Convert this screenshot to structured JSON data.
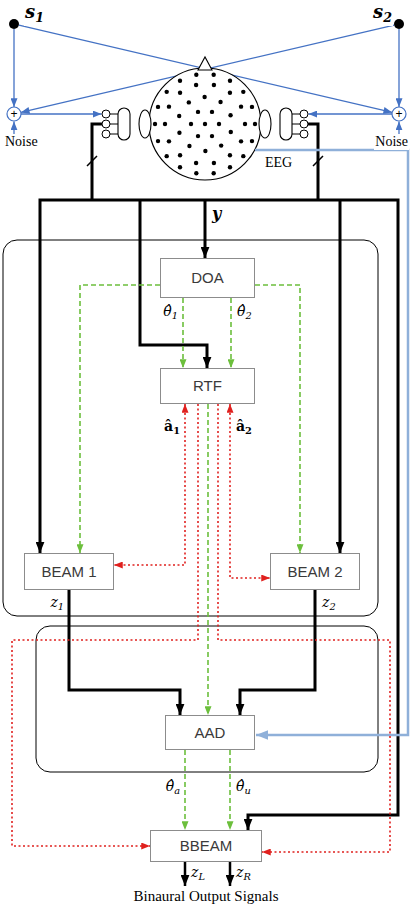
{
  "diagram": {
    "nodes": [
      {
        "text": [
          "DOA"
        ]
      },
      {
        "text": [
          "RTF"
        ]
      },
      {
        "text": [
          "BEAM 1"
        ]
      },
      {
        "text": [
          "BEAM 2"
        ]
      },
      {
        "text": [
          "AAD"
        ]
      },
      {
        "text": [
          "BBEAM"
        ]
      }
    ],
    "edges": [
      {
        "from": 0,
        "to": 1,
        "arrow": "to",
        "label": "θ̂1"
      },
      {
        "from": 0,
        "to": 1,
        "arrow": "to",
        "label": "θ̂2"
      },
      {
        "from": 0,
        "to": 2,
        "arrow": "to"
      },
      {
        "from": 0,
        "to": 3,
        "arrow": "to"
      },
      {
        "from": 1,
        "to": 2,
        "arrow": "both",
        "label": "â1"
      },
      {
        "from": 1,
        "to": 3,
        "arrow": "both",
        "label": "â2"
      },
      {
        "from": 2,
        "to": 4,
        "arrow": "to",
        "label": "z1"
      },
      {
        "from": 3,
        "to": 4,
        "arrow": "to",
        "label": "z2"
      },
      {
        "from": 1,
        "to": 4,
        "arrow": "to"
      },
      {
        "from": 1,
        "to": 5,
        "arrow": "to"
      },
      {
        "from": 1,
        "to": 5,
        "arrow": "to"
      },
      {
        "from": 4,
        "to": 5,
        "arrow": "to",
        "label": "θ̂a"
      },
      {
        "from": 4,
        "to": 5,
        "arrow": "to",
        "label": "θ̂u"
      }
    ],
    "labels": [
      "s1",
      "s2",
      "+",
      "+",
      "Noise",
      "Noise",
      "EEG",
      "y",
      "zL",
      "zR",
      "Binaural Output Signals"
    ]
  }
}
